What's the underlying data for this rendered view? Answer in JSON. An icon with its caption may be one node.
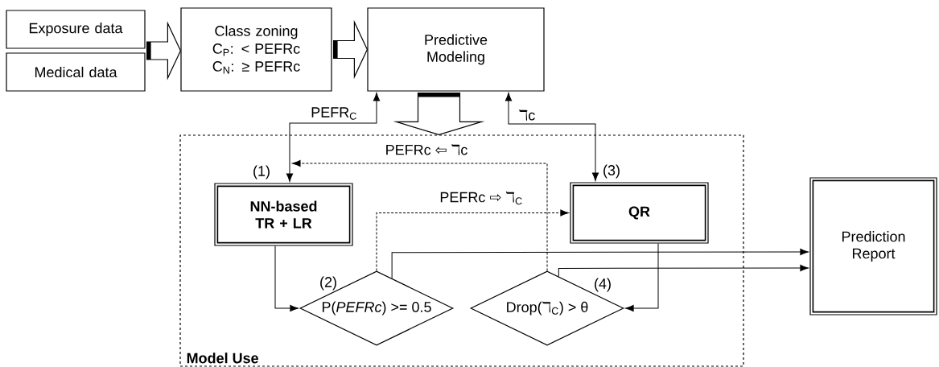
{
  "diagram": {
    "nodes": [
      {
        "text": [
          "Exposure data"
        ]
      },
      {
        "text": [
          "Medical data"
        ]
      },
      {
        "text": [
          "Class zoning",
          "C$_{P}$:  < PEFRc",
          "C$_{N}$: ≥ PEFRc"
        ]
      },
      {
        "text": [
          "Predictive Modeling"
        ]
      },
      {
        "text": [
          "Model Use"
        ]
      },
      {
        "text": [
          "NN-based TR + LR"
        ],
        "in": 4,
        "beside": [
          "(1)"
        ]
      },
      {
        "text": [
          "QR"
        ],
        "in": 4,
        "beside": [
          "(3)"
        ]
      },
      {
        "text": [
          "P(*PEFRc*) >= 0.5"
        ],
        "in": 4,
        "beside": [
          "(2)"
        ]
      },
      {
        "text": [
          "Drop(ℸ$_{C}$) > θ"
        ],
        "in": 4,
        "beside": [
          "(4)"
        ]
      },
      {
        "text": [
          "Prediction Report"
        ]
      }
    ],
    "edges": [
      {
        "from": 0,
        "to": 2,
        "arrow": "to"
      },
      {
        "from": 1,
        "to": 2,
        "arrow": "to"
      },
      {
        "from": 2,
        "to": 3,
        "arrow": "to"
      },
      {
        "from": 3,
        "to": 4,
        "arrow": "to"
      },
      {
        "from": 5,
        "to": 3,
        "arrow": "both",
        "label": "PEFR$_{C}$"
      },
      {
        "from": 6,
        "to": 3,
        "arrow": "both",
        "label": "ℸc"
      },
      {
        "from": 8,
        "to": 5,
        "arrow": "to",
        "style": "dashed",
        "label": "PEFRc ⇦ ℸc"
      },
      {
        "from": 7,
        "to": 6,
        "arrow": "to",
        "style": "dashed",
        "label": "PEFRc ⇨ ℸ$_{C}$"
      },
      {
        "from": 5,
        "to": 7,
        "arrow": "to"
      },
      {
        "from": 6,
        "to": 8,
        "arrow": "to"
      },
      {
        "from": 7,
        "to": 9,
        "arrow": "to"
      },
      {
        "from": 8,
        "to": 9,
        "arrow": "to"
      }
    ]
  }
}
